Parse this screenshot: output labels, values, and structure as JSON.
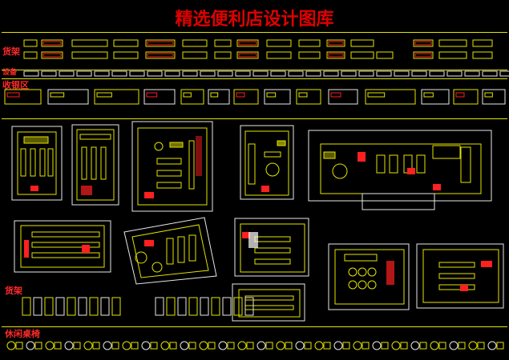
{
  "title": "精选便利店设计图库",
  "sections": {
    "shelves_top": "货架",
    "equipment": "设备",
    "cashier": "收银区",
    "shelves_bottom": "货架",
    "leisure": "休闲桌椅"
  },
  "colors": {
    "background": "#000000",
    "title": "#e00000",
    "label": "#ff2a2a",
    "line_yellow": "#e3e300",
    "line_white": "#e8e8e8",
    "accent_red": "#ff2020",
    "accent_cyan": "#20d0e0"
  }
}
